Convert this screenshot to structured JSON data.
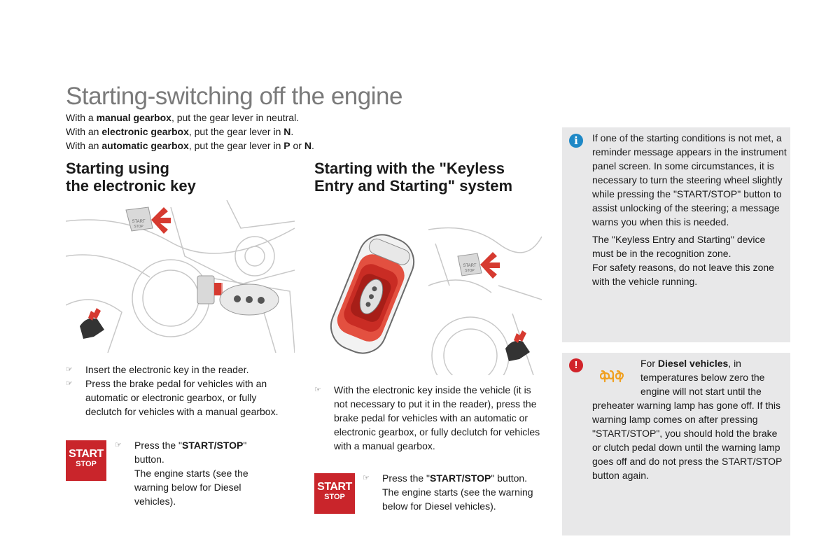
{
  "title": "Starting-switching off the engine",
  "intro": [
    {
      "pre": "With a ",
      "bold": "manual gearbox",
      "post": ", put the gear lever in neutral.",
      "bold2": "",
      "mid": "",
      "bold3": "",
      "end": ""
    },
    {
      "pre": "With an ",
      "bold": "electronic gearbox",
      "post": ", put the gear lever in ",
      "bold2": "N",
      "mid": ".",
      "bold3": "",
      "end": ""
    },
    {
      "pre": "With an ",
      "bold": "automatic gearbox",
      "post": ", put the gear lever in ",
      "bold2": "P",
      "mid": " or ",
      "bold3": "N",
      "end": "."
    }
  ],
  "left": {
    "heading_line1": "Starting using",
    "heading_line2": "the electronic key",
    "bullets": [
      "Insert the electronic key in the reader.",
      "Press the brake pedal for vehicles with an automatic or electronic gearbox, or fully declutch for vehicles with a manual gearbox."
    ],
    "press": {
      "pre": "Press the \"",
      "bold": "START/STOP",
      "post": "\" button.",
      "line2": "The engine starts (see the warning below for Diesel vehicles)."
    },
    "start_button": {
      "line1": "START",
      "line2": "STOP"
    }
  },
  "middle": {
    "heading_line1": "Starting with the \"Keyless",
    "heading_line2": "Entry and Starting\" system",
    "bullet": "With the electronic key inside the vehicle (it is not necessary to put it in the reader), press the brake pedal for vehicles with an automatic or electronic gearbox, or fully declutch for vehicles with a manual gearbox.",
    "press": {
      "pre": "Press the \"",
      "bold": "START/STOP",
      "post": "\" button.",
      "line2": "The engine starts (see the warning below for Diesel vehicles)."
    },
    "start_button": {
      "line1": "START",
      "line2": "STOP"
    }
  },
  "info_panel": {
    "icon": "info-icon",
    "para1": "If one of the starting conditions is not met, a reminder message appears in the instrument panel screen. In some circumstances, it is necessary to turn the steering wheel slightly while pressing the \"START/STOP\" button to assist unlocking of the steering; a message warns you when this is needed.",
    "para2": "The \"Keyless Entry and Starting\" device must be in the recognition zone.",
    "para3": "For safety reasons, do not leave this zone with the vehicle running."
  },
  "warning_panel": {
    "icon": "warning-icon",
    "lamp_icon": "preheater-lamp-icon",
    "pre": "For ",
    "bold": "Diesel vehicles",
    "post": ", in temperatures below zero the engine will not start until the",
    "rest": "preheater warning lamp has gone off. If this warning lamp comes on after pressing \"START/STOP\", you should hold the brake or clutch pedal down until the warning lamp goes off and do not press the START/STOP button again."
  },
  "colors": {
    "accent_red": "#c9252b",
    "info_blue": "#1e88c6",
    "panel_grey": "#e8e8e9",
    "lamp_orange": "#f0a020"
  }
}
